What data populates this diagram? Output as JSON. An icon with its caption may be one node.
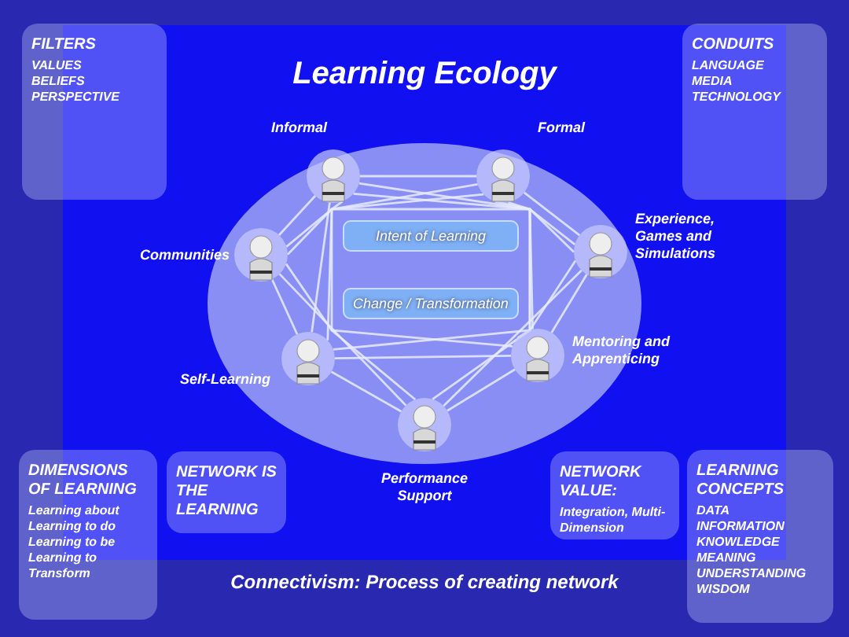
{
  "diagram": {
    "title": "Learning Ecology",
    "caption": "Connectivism: Process of creating network",
    "nodes": [
      {
        "text": [
          "FILTERS",
          "VALUES",
          "BELIEFS",
          "PERSPECTIVE"
        ]
      },
      {
        "text": [
          "CONDUITS",
          "LANGUAGE",
          "MEDIA",
          "TECHNOLOGY"
        ]
      },
      {
        "text": [],
        "shape": "person",
        "beside": [
          "Informal"
        ]
      },
      {
        "text": [],
        "shape": "person",
        "beside": [
          "Formal"
        ]
      },
      {
        "text": [],
        "shape": "person",
        "beside": [
          "Communities"
        ]
      },
      {
        "text": [
          "Intent of Learning"
        ]
      },
      {
        "text": [],
        "shape": "person",
        "beside": [
          "Experience, Games and Simulations"
        ]
      },
      {
        "text": [
          "Change / Transformation"
        ]
      },
      {
        "text": [],
        "shape": "person",
        "beside": [
          "Self-Learning"
        ]
      },
      {
        "text": [],
        "shape": "person",
        "beside": [
          "Mentoring and Apprenticing"
        ]
      },
      {
        "text": [],
        "shape": "person",
        "beside": [
          "Performance Support"
        ]
      },
      {
        "text": [
          "DIMENSIONS OF LEARNING",
          "Learning about",
          "Learning to do",
          "Learning to be",
          "Learning to Transform"
        ]
      },
      {
        "text": [
          "NETWORK IS THE LEARNING"
        ]
      },
      {
        "text": [
          "NETWORK VALUE:",
          "Integration, Multi-Dimension"
        ]
      },
      {
        "text": [
          "LEARNING CONCEPTS",
          "DATA",
          "INFORMATION",
          "KNOWLEDGE",
          "MEANING",
          "UNDERSTANDING",
          "WISDOM"
        ]
      }
    ],
    "edges": [
      {
        "from": 2,
        "to": 3,
        "arrow": "none"
      },
      {
        "from": 2,
        "to": 4,
        "arrow": "none"
      },
      {
        "from": 2,
        "to": 6,
        "arrow": "none"
      },
      {
        "from": 2,
        "to": 8,
        "arrow": "none"
      },
      {
        "from": 2,
        "to": 9,
        "arrow": "none"
      },
      {
        "from": 2,
        "to": 10,
        "arrow": "none"
      },
      {
        "from": 3,
        "to": 4,
        "arrow": "none"
      },
      {
        "from": 3,
        "to": 6,
        "arrow": "none"
      },
      {
        "from": 3,
        "to": 8,
        "arrow": "none"
      },
      {
        "from": 3,
        "to": 9,
        "arrow": "none"
      },
      {
        "from": 3,
        "to": 10,
        "arrow": "none"
      },
      {
        "from": 4,
        "to": 6,
        "arrow": "none"
      },
      {
        "from": 4,
        "to": 8,
        "arrow": "none"
      },
      {
        "from": 4,
        "to": 9,
        "arrow": "none"
      },
      {
        "from": 4,
        "to": 10,
        "arrow": "none"
      },
      {
        "from": 6,
        "to": 8,
        "arrow": "none"
      },
      {
        "from": 6,
        "to": 9,
        "arrow": "none"
      },
      {
        "from": 6,
        "to": 10,
        "arrow": "none"
      },
      {
        "from": 8,
        "to": 9,
        "arrow": "none"
      },
      {
        "from": 8,
        "to": 10,
        "arrow": "none"
      },
      {
        "from": 9,
        "to": 10,
        "arrow": "none"
      }
    ]
  }
}
